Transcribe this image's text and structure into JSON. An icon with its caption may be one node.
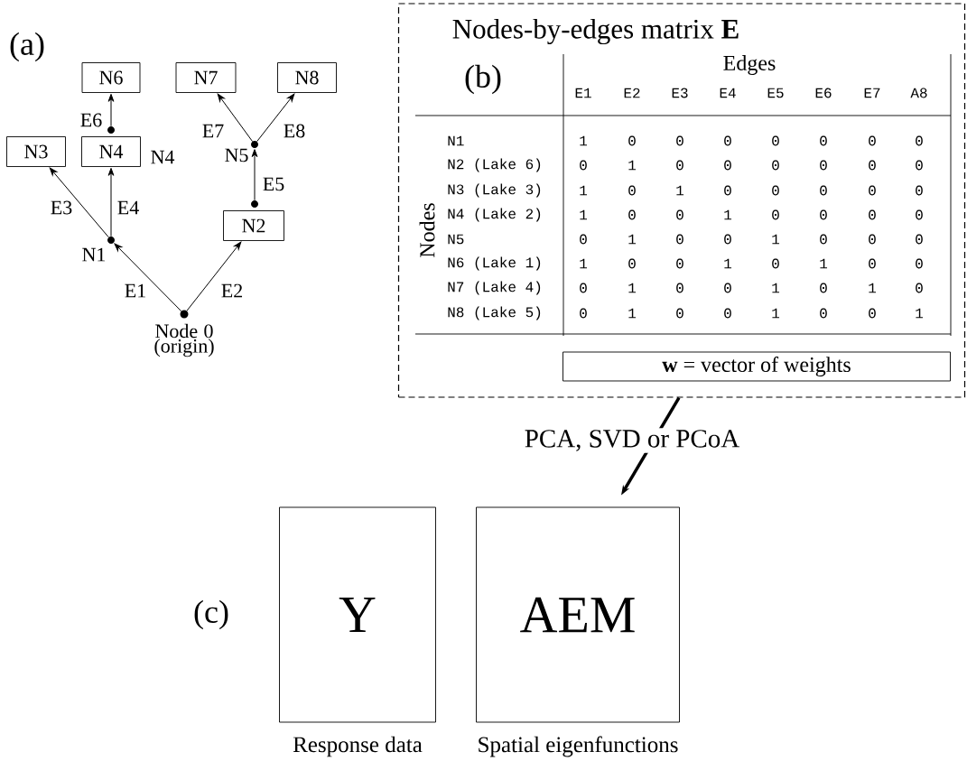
{
  "diagram": {
    "nodes": [
      {
        "text": [
          "N6"
        ]
      },
      {
        "text": [
          "N7"
        ]
      },
      {
        "text": [
          "N8"
        ]
      },
      {
        "text": [
          "N3"
        ]
      },
      {
        "text": [
          "N4"
        ],
        "beside": [
          "N4"
        ]
      },
      {
        "text": [
          "N2"
        ]
      },
      {
        "text": [],
        "shape": "circle"
      },
      {
        "text": [],
        "shape": "circle",
        "beside": [
          "N5"
        ]
      },
      {
        "text": [],
        "shape": "circle"
      },
      {
        "text": [],
        "shape": "circle",
        "beside": [
          "N1"
        ]
      },
      {
        "text": [],
        "shape": "circle",
        "beside": [
          "Node 0 (origin)"
        ]
      },
      {
        "text": [
          "Nodes-by-edges matrix **E**"
        ]
      },
      {
        "text": [
          "**w** = vector of weights"
        ],
        "in": 11
      },
      {
        "text": [
          "Y"
        ],
        "beside": [
          "Response data"
        ]
      },
      {
        "text": [
          "AEM"
        ],
        "beside": [
          "Spatial eigenfunctions"
        ]
      }
    ],
    "edges": [
      {
        "from": 10,
        "to": 9,
        "arrow": "to",
        "label": "E1"
      },
      {
        "from": 10,
        "to": 5,
        "arrow": "to",
        "label": "E2"
      },
      {
        "from": 9,
        "to": 3,
        "arrow": "to",
        "label": "E3"
      },
      {
        "from": 9,
        "to": 4,
        "arrow": "to",
        "label": "E4"
      },
      {
        "from": 8,
        "to": 7,
        "arrow": "to",
        "label": "E5"
      },
      {
        "from": 6,
        "to": 0,
        "arrow": "to",
        "label": "E6"
      },
      {
        "from": 7,
        "to": 1,
        "arrow": "to",
        "label": "E7"
      },
      {
        "from": 7,
        "to": 2,
        "arrow": "to",
        "label": "E8"
      },
      {
        "from": 11,
        "to": 14,
        "arrow": "to",
        "label": "PCA, SVD or PCoA",
        "style": "thick"
      }
    ],
    "labels": [
      "(a)",
      "(b)",
      "Edges",
      "E1",
      "E2",
      "E3",
      "E4",
      "E5",
      "E6",
      "E7",
      "A8",
      "Nodes",
      "N1",
      "1",
      "0",
      "0",
      "0",
      "0",
      "0",
      "0",
      "0",
      "N2 (Lake 6)",
      "0",
      "1",
      "0",
      "0",
      "0",
      "0",
      "0",
      "0",
      "N3 (Lake 3)",
      "1",
      "0",
      "1",
      "0",
      "0",
      "0",
      "0",
      "0",
      "N4 (Lake 2)",
      "1",
      "0",
      "0",
      "1",
      "0",
      "0",
      "0",
      "0",
      "N5",
      "0",
      "1",
      "0",
      "0",
      "1",
      "0",
      "0",
      "0",
      "N6 (Lake 1)",
      "1",
      "0",
      "0",
      "1",
      "0",
      "1",
      "0",
      "0",
      "N7 (Lake 4)",
      "0",
      "1",
      "0",
      "0",
      "1",
      "0",
      "1",
      "0",
      "N8 (Lake 5)",
      "0",
      "1",
      "0",
      "0",
      "1",
      "0",
      "0",
      "1",
      "(c)"
    ]
  }
}
